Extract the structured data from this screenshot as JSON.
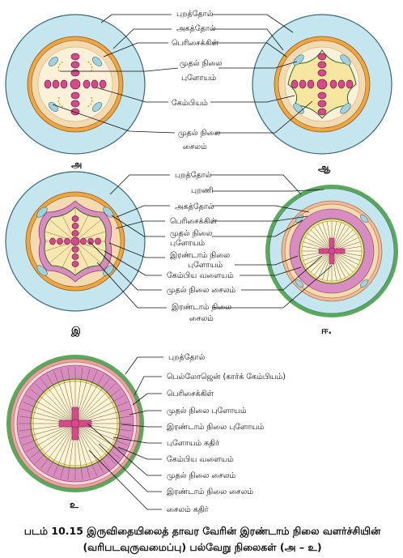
{
  "panels": {
    "a": {
      "letter": "அ",
      "labels": [
        "புறத்தோல்",
        "அகத்தோல்",
        "பெரிசைக்கிள்",
        "முதல் நிலை",
        "புளோயம்",
        "கேம்பியம்",
        "முதல் நிலை",
        "சைலம்"
      ]
    },
    "aa": {
      "letter": "ஆ"
    },
    "i": {
      "letter": "இ",
      "labels": [
        "புறத்தோல்",
        "புறணி",
        "அகத்தோல்",
        "பெரிசைக்கிள்",
        "முதல் நிலை",
        "புளோயம்",
        "இரண்டாம் நிலை",
        "புளோயம்",
        "கேம்பிய வளையம்",
        "முதல் நிலை சைலம்",
        "இரண்டாம் நிலை",
        "சைலம்"
      ]
    },
    "ii": {
      "letter": "ஈ."
    },
    "u": {
      "letter": "உ",
      "labels": [
        "புறத்தோல்",
        "பெல்லோஜென் (கார்க் கேம்பியம்)",
        "பெரிசைக்கிள்",
        "முதல் நிலை புளோயம்",
        "இரண்டாம் நிலை புளோயம்",
        "புளோயம் கதிர்",
        "கேம்பிய வளையம்",
        "முதல் நிலை சைலம்",
        "இரண்டாம் நிலை சைலம்",
        "சைலம் கதிர்"
      ]
    }
  },
  "caption": {
    "line1": "படம் 10.15 இருவிதையிலைத் தாவர வேரின் இரண்டாம் நிலை வளர்ச்சியின்",
    "line2": "(வரிபடவுருவமைப்பு) பல்வேறு நிலைகள் (அ – உ)"
  },
  "colors": {
    "epidermis_ring": "#5aa95a",
    "cortex": "#c5e6ee",
    "cortex_outline": "#3a6a7a",
    "endodermis": "#f0a640",
    "pericycle_fill": "#f4dab0",
    "phloem": "#d879b0",
    "secondary_phloem": "#d98cc0",
    "xylem_fill": "#d44a8a",
    "xylem_stroke": "#7a1d4a",
    "stele_fill": "#f6eccf",
    "secondary_xylem": "#f8e7b0",
    "cambium": "#f5e080",
    "cork": "#e8a0a0"
  }
}
